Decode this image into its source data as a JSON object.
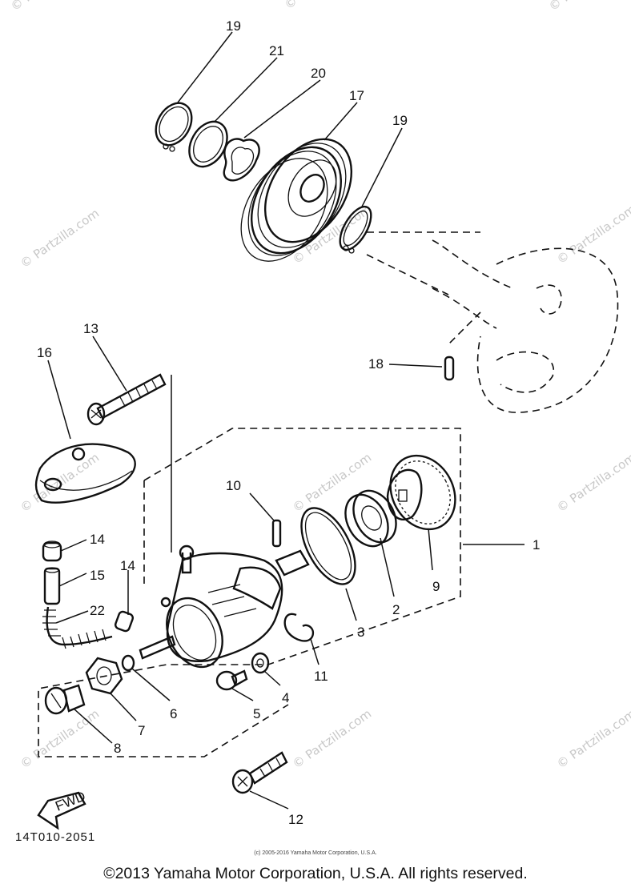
{
  "watermark": "© Partzilla.com",
  "callouts": [
    {
      "id": "19a",
      "text": "19"
    },
    {
      "id": "21",
      "text": "21"
    },
    {
      "id": "20",
      "text": "20"
    },
    {
      "id": "17",
      "text": "17"
    },
    {
      "id": "19b",
      "text": "19"
    },
    {
      "id": "18",
      "text": "18"
    },
    {
      "id": "13",
      "text": "13"
    },
    {
      "id": "16",
      "text": "16"
    },
    {
      "id": "10",
      "text": "10"
    },
    {
      "id": "1",
      "text": "1"
    },
    {
      "id": "14a",
      "text": "14"
    },
    {
      "id": "15",
      "text": "15"
    },
    {
      "id": "14b",
      "text": "14"
    },
    {
      "id": "22",
      "text": "22"
    },
    {
      "id": "9",
      "text": "9"
    },
    {
      "id": "2",
      "text": "2"
    },
    {
      "id": "3",
      "text": "3"
    },
    {
      "id": "11",
      "text": "11"
    },
    {
      "id": "4",
      "text": "4"
    },
    {
      "id": "5",
      "text": "5"
    },
    {
      "id": "6",
      "text": "6"
    },
    {
      "id": "7",
      "text": "7"
    },
    {
      "id": "8",
      "text": "8"
    },
    {
      "id": "12",
      "text": "12"
    }
  ],
  "fwd_label": "FWD",
  "figure_code": "14T010-2051",
  "copyright_small": "(c) 2005-2016 Yamaha Motor Corporation, U.S.A.",
  "copyright": "©2013 Yamaha Motor Corporation, U.S.A. All rights reserved."
}
